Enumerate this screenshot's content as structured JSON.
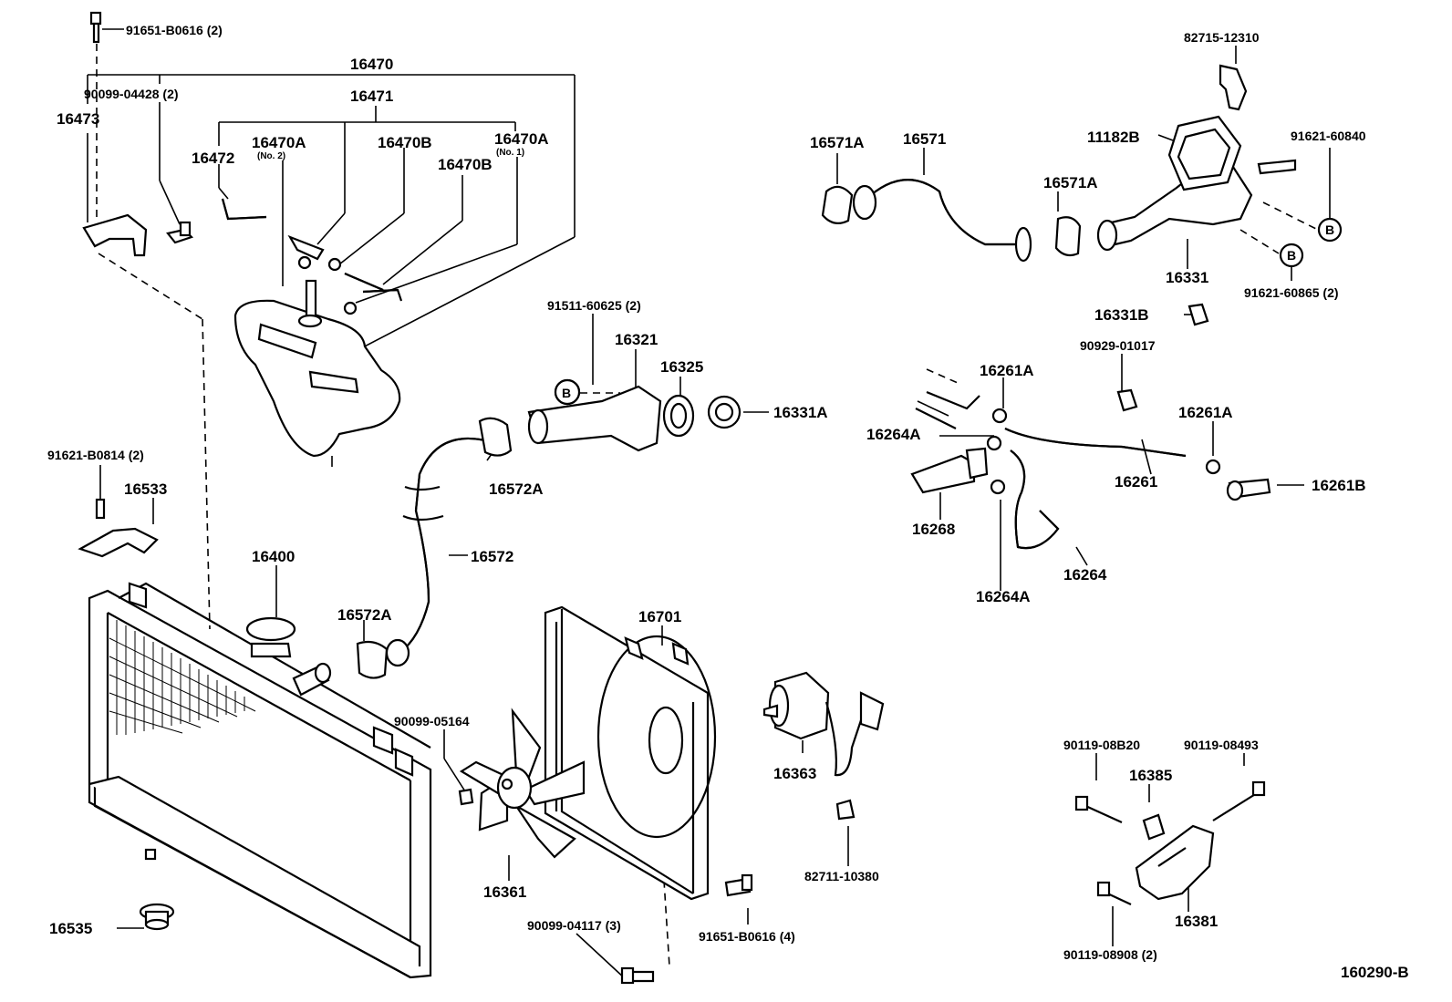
{
  "labels": {
    "l01": "91651-B0616 (2)",
    "l02": "16470",
    "l03": "90099-04428 (2)",
    "l04": "16471",
    "l05": "16473",
    "l06": "16470A",
    "l06n": "(No. 2)",
    "l07": "16470B",
    "l08": "16470A",
    "l08n": "(No. 1)",
    "l09": "16472",
    "l10": "16470B",
    "l11": "82715-12310",
    "l12": "16571A",
    "l13": "16571",
    "l14": "11182B",
    "l15": "91621-60840",
    "l16": "16571A",
    "l17": "16331",
    "l18": "91621-60865 (2)",
    "l19": "16331B",
    "l20": "91511-60625 (2)",
    "l21": "16321",
    "l22": "16325",
    "l23": "16331A",
    "l24": "90929-01017",
    "l25": "16261A",
    "l26": "16264A",
    "l27": "16261A",
    "l28": "16261",
    "l29": "16261B",
    "l30": "16268",
    "l31": "16264",
    "l32": "16264A",
    "l33": "91621-B0814 (2)",
    "l34": "16533",
    "l35": "16572A",
    "l36": "16572",
    "l37": "16400",
    "l38": "16572A",
    "l39": "16701",
    "l40": "90099-05164",
    "l41": "16363",
    "l42": "82711-10380",
    "l43": "16361",
    "l44": "90099-04117 (3)",
    "l45": "91651-B0616 (4)",
    "l46": "16535",
    "l47": "90119-08B20",
    "l48": "90119-08493",
    "l49": "16385",
    "l50": "16381",
    "l51": "90119-08908 (2)",
    "l52": "160290-B",
    "refB1": "B",
    "refB2": "B",
    "refB3": "B"
  }
}
